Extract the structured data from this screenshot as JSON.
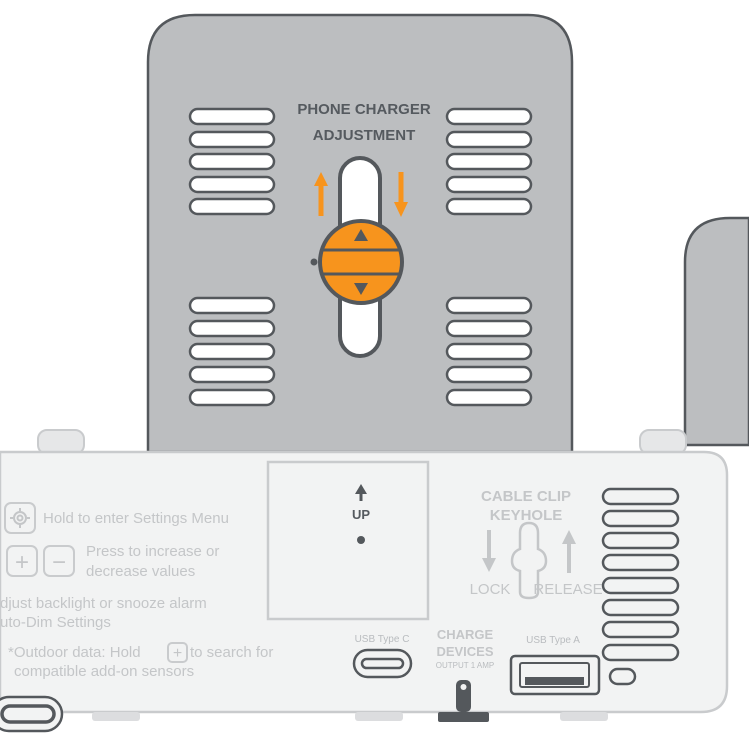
{
  "phone_charger": {
    "title_line1": "PHONE CHARGER",
    "title_line2": "ADJUSTMENT"
  },
  "battery_door": {
    "label": "UP"
  },
  "cable_clip": {
    "title_line1": "CABLE CLIP",
    "title_line2": "KEYHOLE",
    "lock_label": "LOCK",
    "release_label": "RELEASE"
  },
  "instructions": {
    "settings_text": "Hold to enter Settings Menu",
    "plus_symbol": "+",
    "minus_symbol": "−",
    "press_line1": "Press to increase or",
    "press_line2": "decrease values",
    "adjust_line1": "djust backlight or snooze alarm",
    "adjust_line2": "uto-Dim Settings",
    "outdoor_line1_part1": "*Outdoor data: Hold",
    "outdoor_line1_part2": "to search for",
    "outdoor_plus": "+",
    "outdoor_line2": "compatible add-on sensors"
  },
  "ports": {
    "usb_c_label": "USB Type C",
    "charge_line1": "CHARGE",
    "charge_line2": "DEVICES",
    "charge_output": "OUTPUT 1 AMP",
    "usb_a_label": "USB Type A"
  },
  "colors": {
    "device_gray": "#bcbec0",
    "outline_dark": "#54585c",
    "accent_orange": "#f7941d",
    "base_panel": "#f2f3f3",
    "base_outline": "#c9cbcd"
  }
}
